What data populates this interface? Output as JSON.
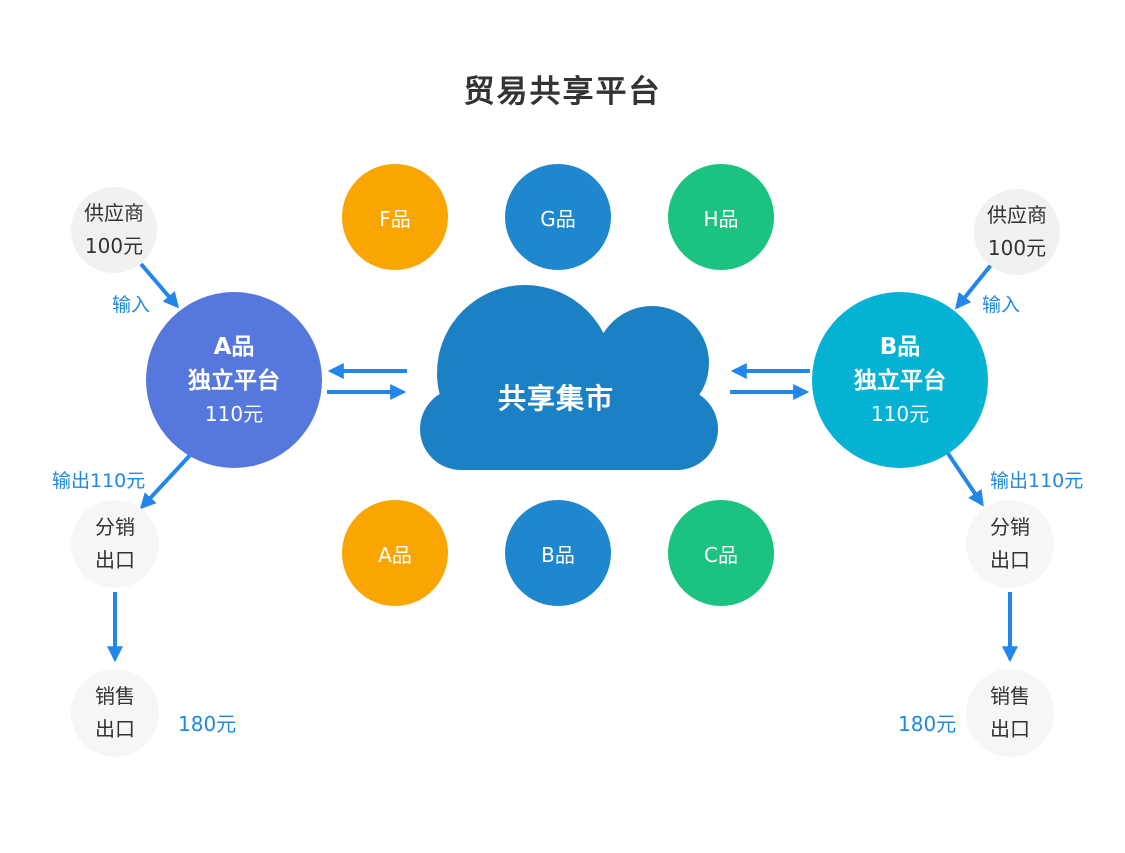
{
  "title": "贸易共享平台",
  "cloud": {
    "label": "共享集市"
  },
  "top_products": [
    {
      "label": "F品",
      "color": "orange"
    },
    {
      "label": "G品",
      "color": "blue"
    },
    {
      "label": "H品",
      "color": "green"
    }
  ],
  "bottom_products": [
    {
      "label": "A品",
      "color": "orange"
    },
    {
      "label": "B品",
      "color": "blue"
    },
    {
      "label": "C品",
      "color": "green"
    }
  ],
  "left": {
    "supplier": {
      "line1": "供应商",
      "line2": "100元"
    },
    "input_label": "输入",
    "platform": {
      "name": "A品",
      "subtitle": "独立平台",
      "price": "110元"
    },
    "output_label": "输出110元",
    "distributor": {
      "line1": "分销",
      "line2": "出口"
    },
    "seller": {
      "line1": "销售",
      "line2": "出口"
    },
    "sale_price": "180元"
  },
  "right": {
    "supplier": {
      "line1": "供应商",
      "line2": "100元"
    },
    "input_label": "输入",
    "platform": {
      "name": "B品",
      "subtitle": "独立平台",
      "price": "110元"
    },
    "output_label": "输出110元",
    "distributor": {
      "line1": "分销",
      "line2": "出口"
    },
    "seller": {
      "line1": "销售",
      "line2": "出口"
    },
    "sale_price": "180元"
  },
  "colors": {
    "title_text": "#333333",
    "orange": "#f9a502",
    "blue": "#1e87cd",
    "green": "#1cc27f",
    "cloud_blue": "#1b80c4",
    "platform_a_blue": "#5678dc",
    "platform_b_cyan": "#05b2d4",
    "arrow_blue": "#2287e8",
    "label_blue": "#1e88e5",
    "node_gray": "#f1f1f1",
    "node_gray_light": "#f6f6f6",
    "node_text": "#333333"
  }
}
